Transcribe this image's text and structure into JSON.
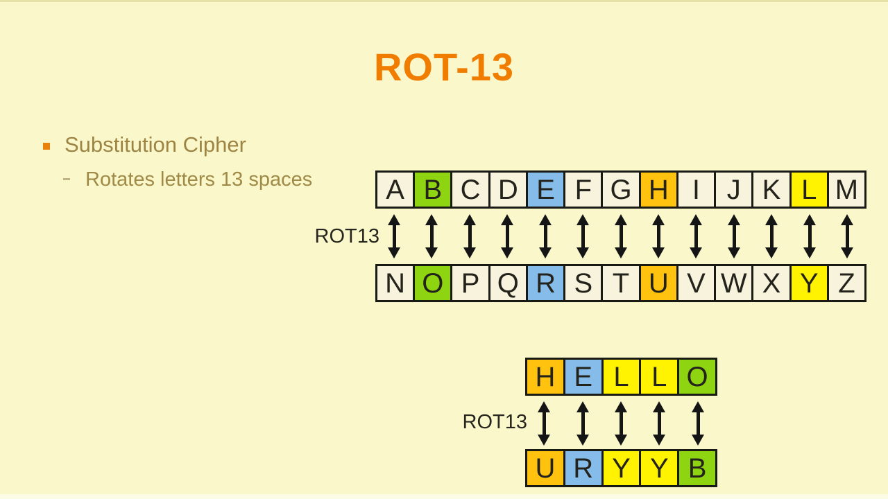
{
  "slide": {
    "title": "ROT-13",
    "bullet": "Substitution Cipher",
    "sub_bullet": "Rotates letters 13 spaces"
  },
  "alphabet_map": {
    "label": "ROT13",
    "top_row": [
      {
        "ch": "A",
        "color": "cream"
      },
      {
        "ch": "B",
        "color": "green"
      },
      {
        "ch": "C",
        "color": "cream"
      },
      {
        "ch": "D",
        "color": "cream"
      },
      {
        "ch": "E",
        "color": "blue"
      },
      {
        "ch": "F",
        "color": "cream"
      },
      {
        "ch": "G",
        "color": "cream"
      },
      {
        "ch": "H",
        "color": "gold"
      },
      {
        "ch": "I",
        "color": "cream"
      },
      {
        "ch": "J",
        "color": "cream"
      },
      {
        "ch": "K",
        "color": "cream"
      },
      {
        "ch": "L",
        "color": "yellow"
      },
      {
        "ch": "M",
        "color": "cream"
      }
    ],
    "bottom_row": [
      {
        "ch": "N",
        "color": "cream"
      },
      {
        "ch": "O",
        "color": "green"
      },
      {
        "ch": "P",
        "color": "cream"
      },
      {
        "ch": "Q",
        "color": "cream"
      },
      {
        "ch": "R",
        "color": "blue"
      },
      {
        "ch": "S",
        "color": "cream"
      },
      {
        "ch": "T",
        "color": "cream"
      },
      {
        "ch": "U",
        "color": "gold"
      },
      {
        "ch": "V",
        "color": "cream"
      },
      {
        "ch": "W",
        "color": "cream"
      },
      {
        "ch": "X",
        "color": "cream"
      },
      {
        "ch": "Y",
        "color": "yellow"
      },
      {
        "ch": "Z",
        "color": "cream"
      }
    ]
  },
  "example_map": {
    "label": "ROT13",
    "plaintext": "HELLO",
    "ciphertext": "URYYB",
    "top_row": [
      {
        "ch": "H",
        "color": "gold"
      },
      {
        "ch": "E",
        "color": "blue"
      },
      {
        "ch": "L",
        "color": "yellow"
      },
      {
        "ch": "L",
        "color": "yellow"
      },
      {
        "ch": "O",
        "color": "green"
      }
    ],
    "bottom_row": [
      {
        "ch": "U",
        "color": "gold"
      },
      {
        "ch": "R",
        "color": "blue"
      },
      {
        "ch": "Y",
        "color": "yellow"
      },
      {
        "ch": "Y",
        "color": "yellow"
      },
      {
        "ch": "B",
        "color": "green"
      }
    ]
  },
  "colors": {
    "background": "#FAF8CB",
    "title": "#F07D00",
    "body_text": "#9D8443",
    "bullet_marker": "#E8820A",
    "cell_cream": "#F8F3DD",
    "cell_green": "#8FD411",
    "cell_blue": "#85BCEA",
    "cell_gold": "#FFC20E",
    "cell_yellow": "#FFF301",
    "cell_border": "#1A1A14",
    "arrow": "#151515",
    "label_text": "#26261E"
  }
}
